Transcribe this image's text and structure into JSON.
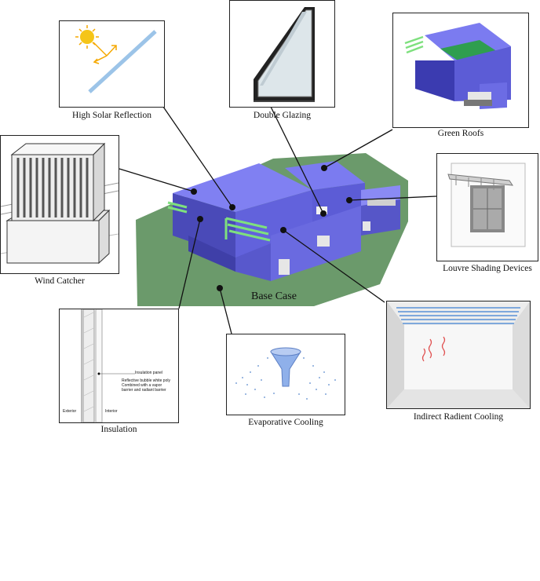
{
  "title": "Base Case",
  "captions": {
    "solar": "High Solar Reflection",
    "glazing": "Double Glazing",
    "roofs": "Green Roofs",
    "louvre": "Louvre Shading Devices",
    "wind": "Wind Catcher",
    "insulation": "Insulation",
    "evap": "Evaporative Cooling",
    "radiant": "Indirect Radient Cooling"
  },
  "insulation_labels": {
    "panel": "Insulation panel",
    "note": "Reflective bubble white poly Combined with a vapor barrier and radiant barrier",
    "exterior": "Exterior",
    "interior": "Interior"
  },
  "colors": {
    "building": "#7b7bf0",
    "building_dark": "#5353c8",
    "ground": "#6b9a6b",
    "green_roof": "#2f9e4f",
    "pergola": "#7ee07e"
  }
}
